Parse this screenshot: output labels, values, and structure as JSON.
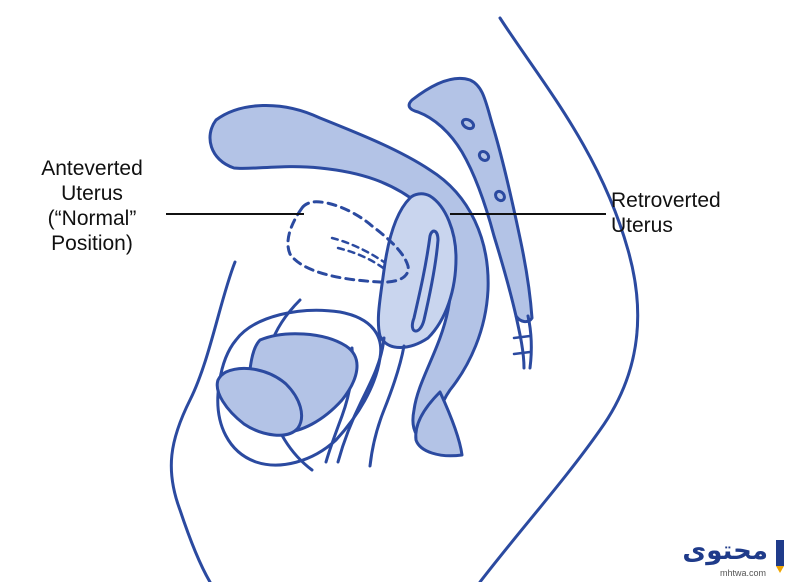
{
  "labels": {
    "anteverted": {
      "line1": "Anteverted",
      "line2": "Uterus",
      "line3": "(“Normal”",
      "line4": "Position)"
    },
    "retroverted": {
      "line1": "Retroverted",
      "line2": "Uterus"
    }
  },
  "watermark": {
    "text": "محتوى",
    "url": "mhtwa.com"
  },
  "colors": {
    "outline": "#2b4aa0",
    "fill": "#b3c3e6",
    "fill_light": "#c9d5ee",
    "background": "#ffffff",
    "text": "#111111"
  }
}
